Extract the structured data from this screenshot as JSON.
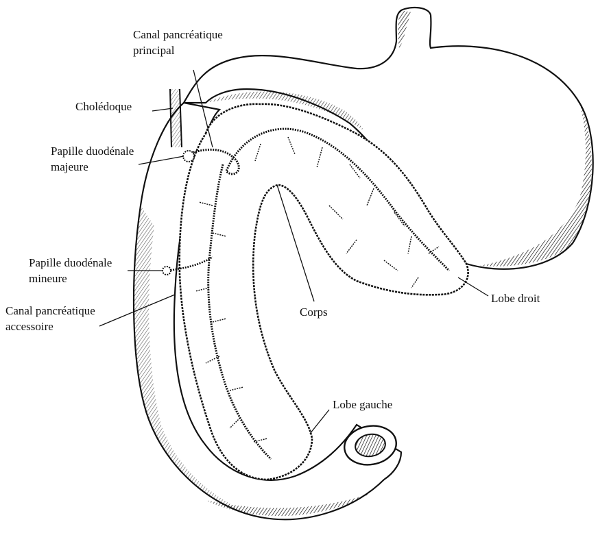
{
  "labels": {
    "canal_principal_1": "Canal pancréatique",
    "canal_principal_2": "principal",
    "choledoque": "Cholédoque",
    "papille_majeure_1": "Papille duodénale",
    "papille_majeure_2": "majeure",
    "papille_mineure_1": "Papille duodénale",
    "papille_mineure_2": "mineure",
    "canal_accessoire_1": "Canal pancréatique",
    "canal_accessoire_2": "accessoire",
    "corps": "Corps",
    "lobe_droit": "Lobe droit",
    "lobe_gauche": "Lobe gauche"
  },
  "colors": {
    "ink": "#111111",
    "background": "#ffffff"
  }
}
